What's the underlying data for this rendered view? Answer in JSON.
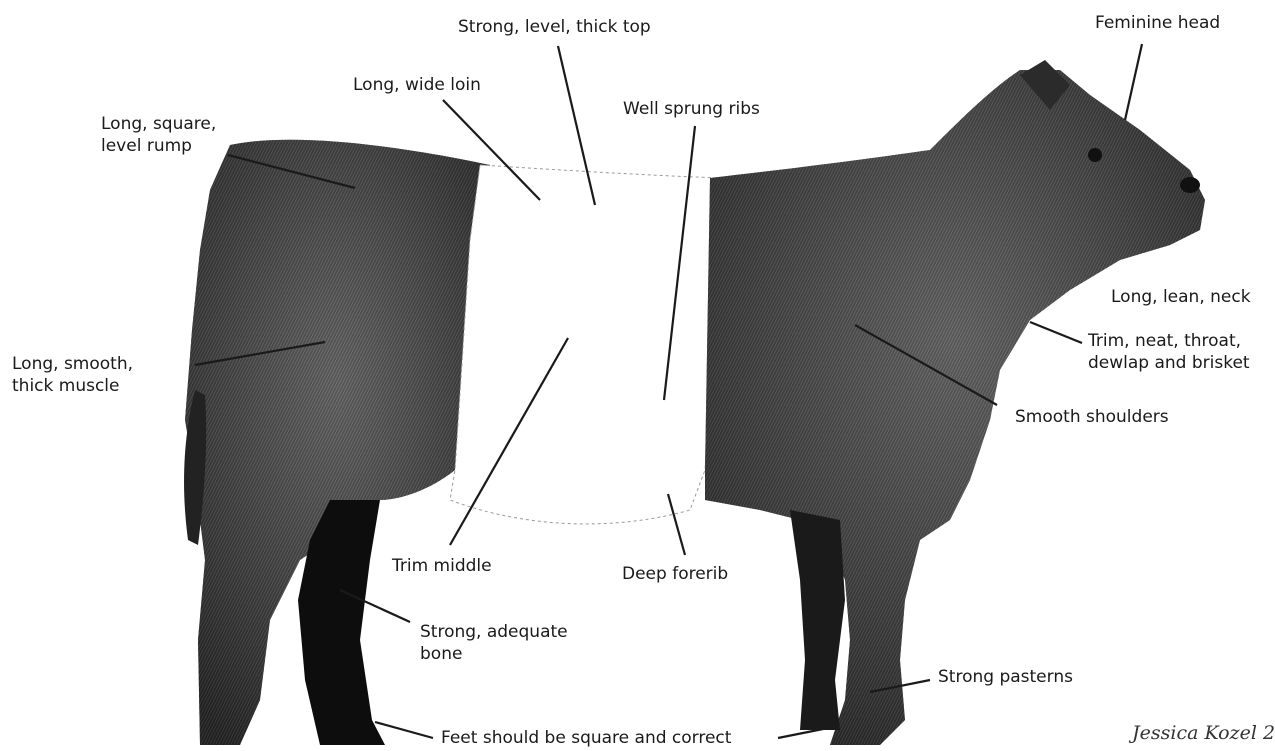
{
  "labels": {
    "strong_level_thick_top": "Strong, level, thick top",
    "feminine_head": "Feminine head",
    "long_wide_loin": "Long, wide loin",
    "well_sprung_ribs": "Well sprung ribs",
    "long_square_level_rump": [
      "Long, square,",
      "level rump"
    ],
    "long_lean_neck": "Long, lean, neck",
    "trim_neat_throat": [
      "Trim, neat, throat,",
      "dewlap and brisket"
    ],
    "long_smooth_thick_muscle": [
      "Long, smooth,",
      "thick muscle"
    ],
    "smooth_shoulders": "Smooth shoulders",
    "trim_middle": "Trim middle",
    "deep_forerib": "Deep forerib",
    "strong_adequate_bone": [
      "Strong, adequate",
      "bone"
    ],
    "strong_pasterns": "Strong pasterns",
    "feet_square_correct": "Feet should be square and correct"
  },
  "credit": "Jessica Kozel 2",
  "colors": {
    "ink": "#1a1a1a",
    "hide_dark": "#2a2a2a",
    "hide_mid": "#555555",
    "belt": "#ffffff"
  }
}
